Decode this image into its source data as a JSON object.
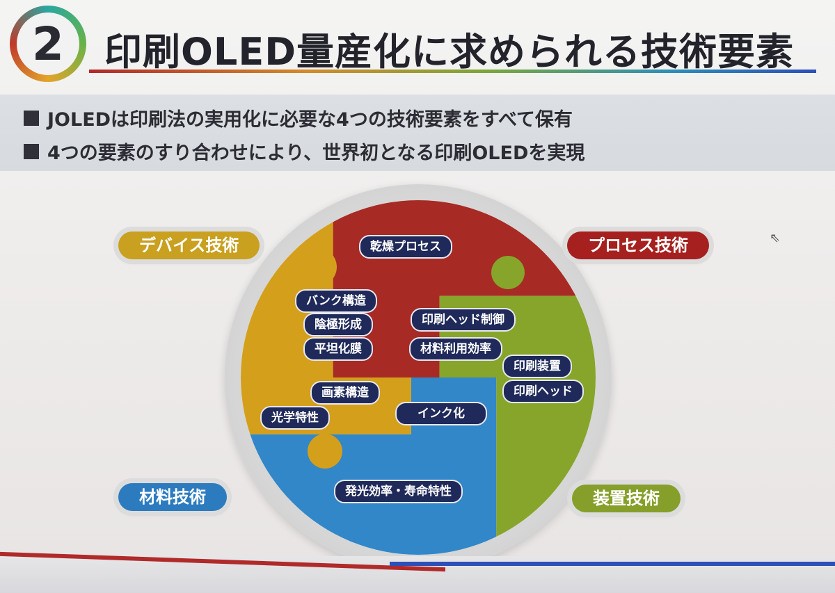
{
  "header": {
    "number": "2",
    "title": "印刷OLED量産化に求められる技術要素"
  },
  "bullets": [
    "JOLEDは印刷法の実用化に必要な4つの技術要素をすべて保有",
    "4つの要素のすり合わせにより、世界初となる印刷OLEDを実現"
  ],
  "categories": {
    "device": "デバイス技術",
    "process": "プロセス技術",
    "material": "材料技術",
    "equipment": "装置技術"
  },
  "elements": {
    "drying": "乾燥プロセス",
    "bank": "バンク構造",
    "cathode": "陰極形成",
    "flattening": "平坦化膜",
    "pixel": "画素構造",
    "optical": "光学特性",
    "head_control": "印刷ヘッド制御",
    "material_eff": "材料利用効率",
    "print_equip": "印刷装置",
    "print_head": "印刷ヘッド",
    "ink": "インク化",
    "luminous": "発光効率・寿命特性"
  },
  "colors": {
    "device": "#c9a01f",
    "process": "#a5201e",
    "material": "#2c7bbf",
    "equipment": "#869f2b",
    "pill": "#1f2a5a"
  }
}
